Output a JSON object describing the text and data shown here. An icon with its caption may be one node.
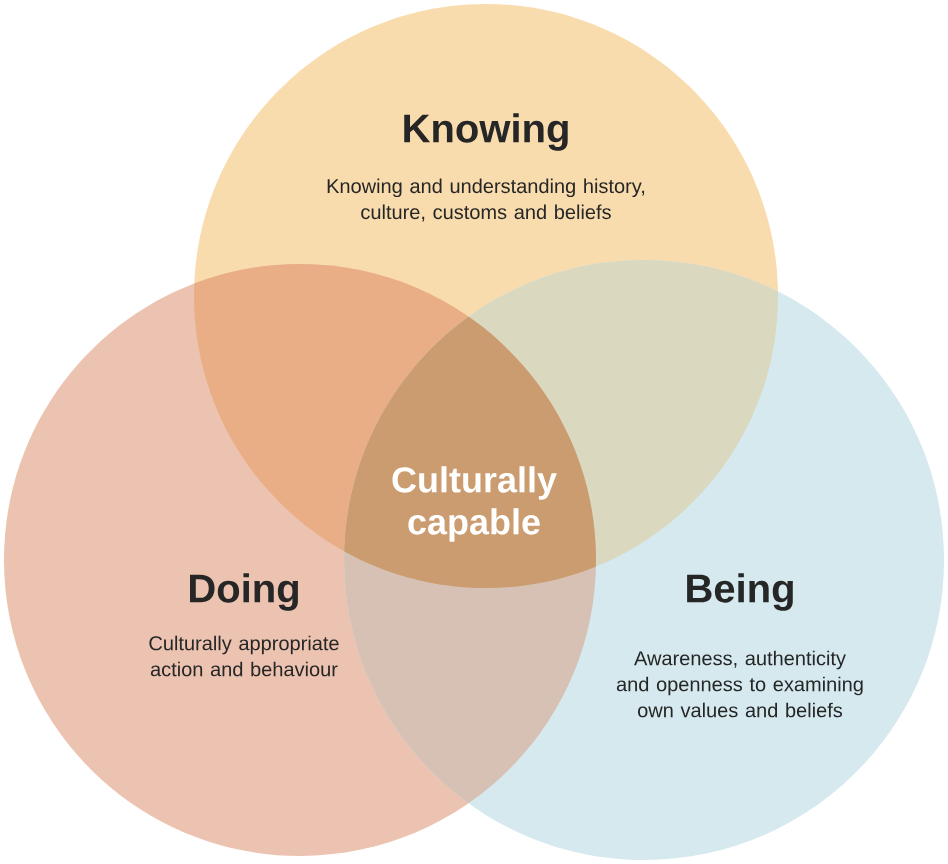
{
  "diagram": {
    "nodes": [
      {
        "text": [
          "Knowing",
          "Knowing and understanding history, culture, customs and beliefs"
        ]
      },
      {
        "text": [
          "Doing",
          "Culturally appropriate action and behaviour"
        ]
      },
      {
        "text": [
          "Being",
          "Awareness, authenticity and openness to examining own values and beliefs"
        ]
      },
      {
        "text": [
          "Culturally capable"
        ]
      }
    ]
  }
}
